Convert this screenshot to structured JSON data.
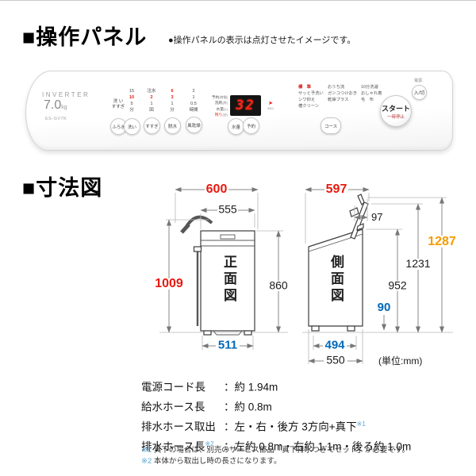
{
  "page": {
    "s1_title": "■操作パネル",
    "s1_note": "●操作パネルの表示は点灯させたイメージです。",
    "s2_title": "■寸法図"
  },
  "colors": {
    "dim_red": "#e8190f",
    "dim_blue": "#0068b7",
    "dim_orange": "#f59b00",
    "display_red": "#ff2416",
    "footnote_blue": "#5aa7d8"
  },
  "panel": {
    "brand": "INVERTER",
    "capacity": "7.0",
    "capacity_unit": "kg",
    "model": "ES-GV7K",
    "opts": [
      [
        "洗 い",
        "すすぎ"
      ],
      [
        "15",
        "10",
        "5",
        "分"
      ],
      [
        "注水",
        "2",
        "1",
        "回"
      ],
      [
        "6",
        "3",
        "1",
        "分"
      ],
      [
        "2",
        "1",
        "0.5",
        "時間"
      ]
    ],
    "buttons": [
      "ふろ水",
      "洗い",
      "すすぎ",
      "脱水",
      "風乾燥",
      "水量",
      "予約"
    ],
    "display": {
      "rows": [
        {
          "n": "予約",
          "u": "(時間)"
        },
        {
          "n": "洗剤",
          "u": "(杯)"
        },
        {
          "n": "水量",
          "u": "(L)"
        },
        {
          "n": "残り",
          "u": "(分)"
        }
      ],
      "value": "32",
      "eco": "eco"
    },
    "courses": [
      [
        "標　準",
        "おうち流",
        "10分洗濯"
      ],
      [
        "サッと予洗い",
        "ガンコつけおき",
        "おしゃれ着"
      ],
      [
        "シワ抑え",
        "乾燥プラス",
        "毛　布"
      ],
      [
        "槽クリーン",
        "",
        ""
      ]
    ],
    "course_btn": "コース",
    "start_btn": "スタート",
    "pause_lbl": "一時停止",
    "power_lbl": "電源",
    "power_btn": "入/切"
  },
  "diagram": {
    "front_label": "正面図",
    "side_label": "側面図",
    "unit": "(単位:mm)",
    "dims": {
      "d600": "600",
      "d555": "555",
      "d1009": "1009",
      "d860": "860",
      "d511": "511",
      "d597": "597",
      "d97": "97",
      "d952": "952",
      "d1231": "1231",
      "d1287": "1287",
      "d90": "90",
      "d494": "494",
      "d550": "550"
    }
  },
  "specs": {
    "colon": "：",
    "rows": [
      {
        "label": "電源コード長",
        "lsup": "",
        "value": "約 1.94m",
        "vsup": ""
      },
      {
        "label": "給水ホース長",
        "lsup": "",
        "value": "約 0.8m",
        "vsup": ""
      },
      {
        "label": "排水ホース取出",
        "lsup": "",
        "value": "左・右・後方 3方向+真下",
        "vsup": "※1"
      },
      {
        "label": "排水ホース長",
        "lsup": "※2",
        "value": "左約 0.8m・右約 1.1m・後ろ約 1.0m",
        "vsup": ""
      }
    ],
    "footnotes": [
      {
        "mark": "※1",
        "text": "真下の場合は、別売のサービス部品「真下排水つぎてセット」が必要です。"
      },
      {
        "mark": "※2",
        "text": "本体から取出し時の長さになります。"
      }
    ]
  }
}
